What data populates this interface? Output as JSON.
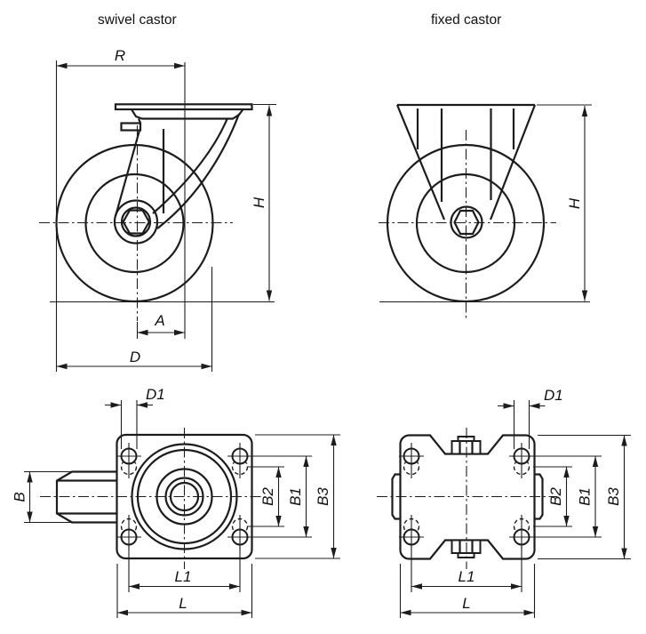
{
  "page": {
    "background": "#ffffff",
    "line_color": "#1c1c1c",
    "text_color": "#111111"
  },
  "views": {
    "swivel_side": {
      "title": "swivel castor",
      "dims": {
        "r": "R",
        "h": "H",
        "a": "A",
        "d": "D"
      }
    },
    "fixed_side": {
      "title": "fixed castor",
      "dims": {
        "h": "H"
      }
    },
    "swivel_top": {
      "dims": {
        "d1": "D1",
        "b": "B",
        "b2": "B2",
        "b1": "B1",
        "b3": "B3",
        "l1": "L1",
        "l": "L"
      }
    },
    "fixed_top": {
      "dims": {
        "d1": "D1",
        "b2": "B2",
        "b1": "B1",
        "b3": "B3",
        "l1": "L1",
        "l": "L"
      }
    }
  }
}
